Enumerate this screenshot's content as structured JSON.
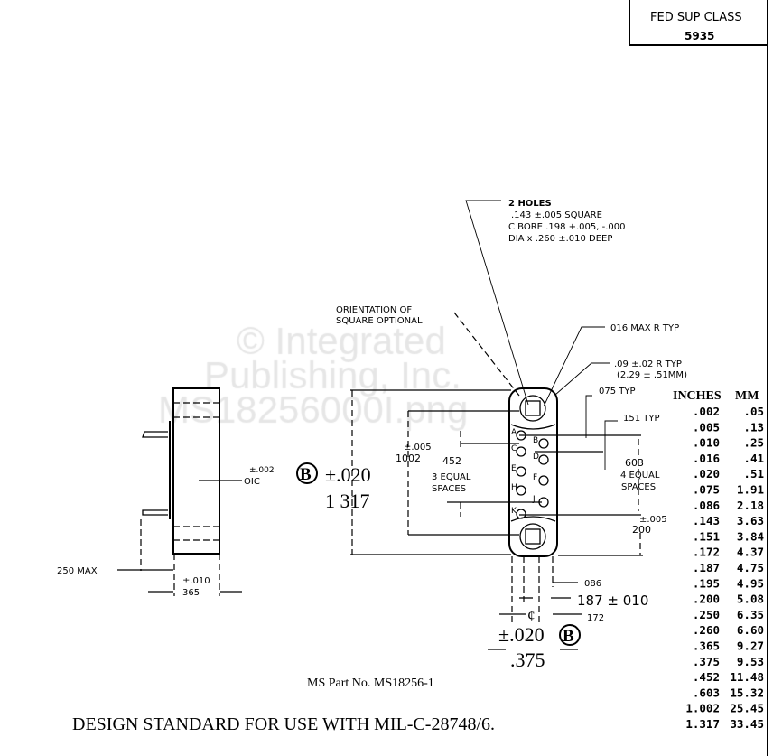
{
  "title_block": {
    "label": "FED SUP CLASS",
    "value": "5935"
  },
  "watermark": [
    "© Integrated",
    "Publishing, Inc.",
    "MS18256000I.png"
  ],
  "notes": {
    "holes": [
      "2 HOLES",
      ".143 ±.005 SQUARE",
      "C BORE .198 +.005, -.000",
      "DIA x .260 ±.010 DEEP"
    ],
    "orientation": [
      "ORIENTATION OF",
      "SQUARE OPTIONAL"
    ],
    "max_radius": "016 MAX R TYP",
    "radius": [
      ".09 ±.02 R TYP",
      "(2.29 ± .51MM)"
    ]
  },
  "dimensions": {
    "typ_075": "075 TYP",
    "typ_151": "151 TYP",
    "left_tol": "±.005",
    "left_1002": "1002",
    "left_452": "452",
    "left_equal": "3 EQUAL",
    "left_spaces": "SPACES",
    "right_603": "603",
    "right_equal": "4 EQUAL",
    "right_spaces": "SPACES",
    "right_tol": "±.005",
    "right_200": "200",
    "datum_b": "B",
    "overall_tol": "±.020",
    "overall_len": "1 317",
    "side_tol": "±.002",
    "side_010": "OIC",
    "max_250": "250 MAX",
    "depth_tol": "±.010",
    "depth_365": "365",
    "d086": "086",
    "d187": "187 ± 010",
    "d172": "172",
    "centerline": "¢",
    "width_tol": "±.020",
    "width_375": ".375"
  },
  "pin_labels": [
    "A",
    "B",
    "C",
    "D",
    "E",
    "F",
    "H",
    "J",
    "K"
  ],
  "part_number": "MS Part No. MS18256-1",
  "caption": "DESIGN STANDARD FOR USE WITH MIL-C-28748/6.",
  "conversion_table": {
    "headers": [
      "INCHES",
      "MM"
    ],
    "rows": [
      [
        ".002",
        ".05"
      ],
      [
        ".005",
        ".13"
      ],
      [
        ".010",
        ".25"
      ],
      [
        ".016",
        ".41"
      ],
      [
        ".020",
        ".51"
      ],
      [
        ".075",
        "1.91"
      ],
      [
        ".086",
        "2.18"
      ],
      [
        ".143",
        "3.63"
      ],
      [
        ".151",
        "3.84"
      ],
      [
        ".172",
        "4.37"
      ],
      [
        ".187",
        "4.75"
      ],
      [
        ".195",
        "4.95"
      ],
      [
        ".200",
        "5.08"
      ],
      [
        ".250",
        "6.35"
      ],
      [
        ".260",
        "6.60"
      ],
      [
        ".365",
        "9.27"
      ],
      [
        ".375",
        "9.53"
      ],
      [
        ".452",
        "11.48"
      ],
      [
        ".603",
        "15.32"
      ],
      [
        "1.002",
        "25.45"
      ],
      [
        "1.317",
        "33.45"
      ]
    ]
  }
}
